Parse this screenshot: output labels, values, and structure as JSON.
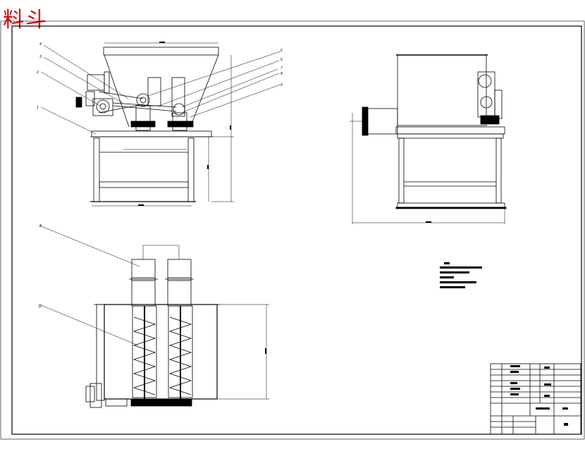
{
  "title": "料斗",
  "colors": {
    "title": "#e00000",
    "line": "#000000",
    "background": "#ffffff"
  },
  "callouts": {
    "front_view_left": [
      "4",
      "3",
      "2",
      "1"
    ],
    "front_view_right": [
      "5",
      "6",
      "7",
      "8",
      "9"
    ],
    "top_view": [
      "8",
      "11"
    ]
  }
}
